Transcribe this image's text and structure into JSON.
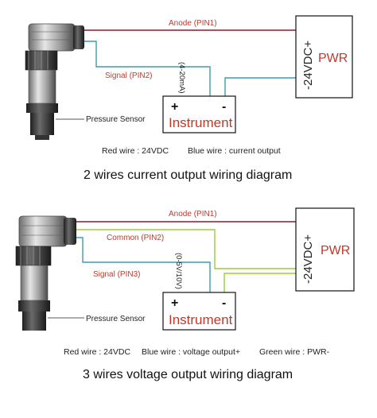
{
  "diagram1": {
    "anode_label": "Anode (PIN1)",
    "signal_label": "Signal (PIN2)",
    "range_label": "(4-20mA)",
    "instrument_label": "Instrument",
    "plus": "+",
    "minus": "-",
    "voltage_label": "-24VDC+",
    "pwr_label": "PWR",
    "sensor_label": "Pressure Sensor",
    "legend": [
      "Red wire : 24VDC",
      "Blue wire :  current output"
    ],
    "title": "2 wires current output wiring diagram"
  },
  "diagram2": {
    "anode_label": "Anode (PIN1)",
    "common_label": "Common (PIN2)",
    "signal_label": "Signal (PIN3)",
    "range_label": "(0-5V/10V)",
    "instrument_label": "Instrument",
    "plus": "+",
    "minus": "-",
    "voltage_label": "-24VDC+",
    "pwr_label": "PWR",
    "sensor_label": "Pressure Sensor",
    "legend": [
      "Red wire : 24VDC",
      "Blue wire :  voltage output+",
      "Green wire : PWR-"
    ],
    "title": "3 wires voltage output wiring diagram"
  },
  "colors": {
    "red_wire": "#8b1a2b",
    "blue_wire": "#3a9db0",
    "green_wire": "#9acd32",
    "label_red": "#c0392b",
    "box_stroke": "#111111"
  }
}
